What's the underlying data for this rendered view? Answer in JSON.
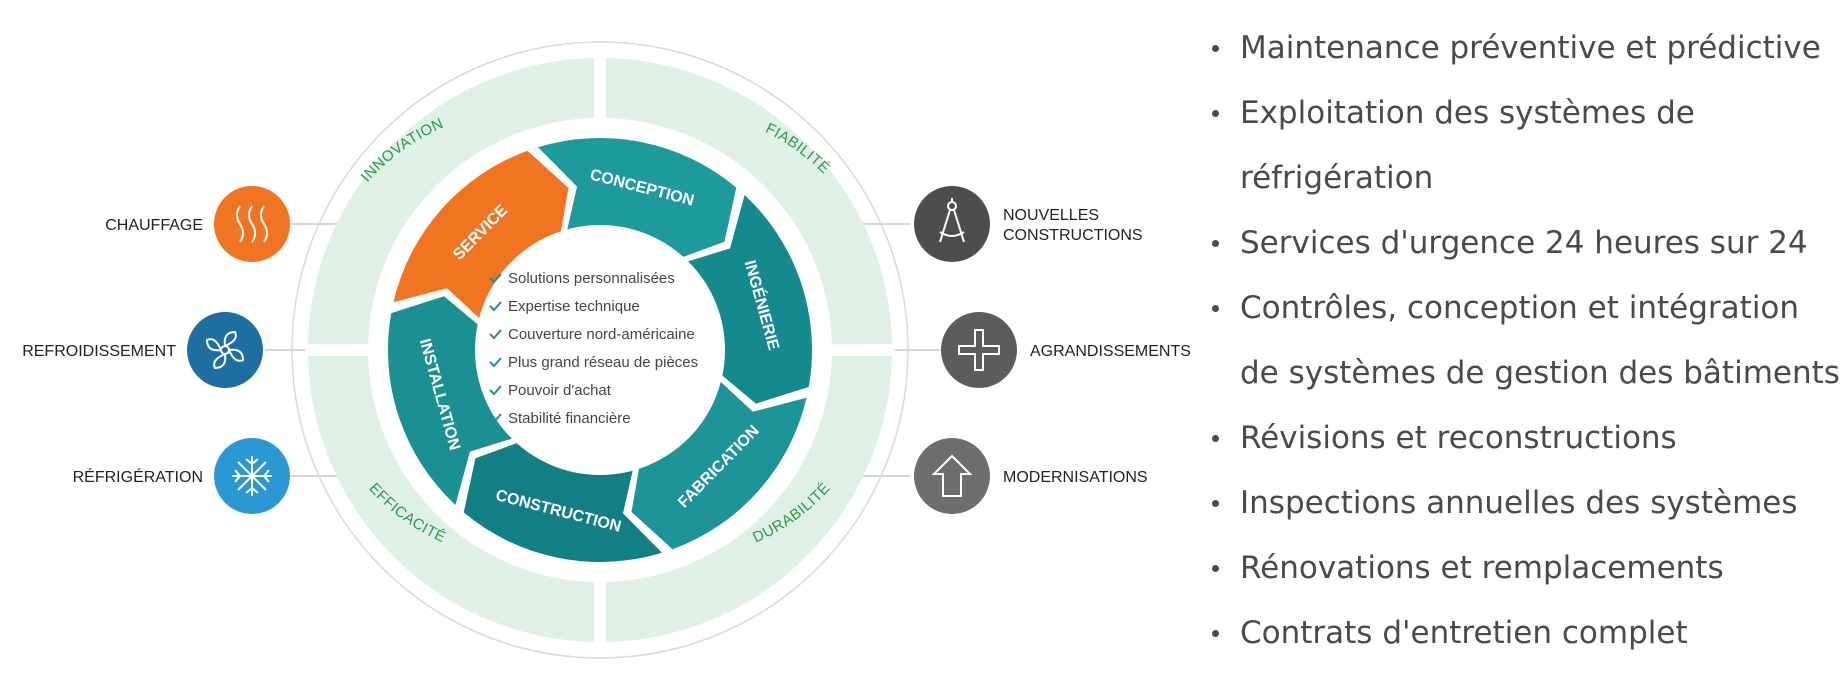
{
  "center_list": [
    "Solutions personnalisées",
    "Expertise technique",
    "Couverture nord-américaine",
    "Plus grand réseau de pièces",
    "Pouvoir d'achat",
    "Stabilité financière"
  ],
  "wheel_segments": [
    {
      "label": "CONCEPTION",
      "color": "#1f9a9c"
    },
    {
      "label": "INGÉNIERIE",
      "color": "#158a8e"
    },
    {
      "label": "FABRICATION",
      "color": "#1d9497"
    },
    {
      "label": "CONSTRUCTION",
      "color": "#127f84"
    },
    {
      "label": "INSTALLATION",
      "color": "#1a9093"
    },
    {
      "label": "SERVICE",
      "color": "#f07421"
    }
  ],
  "ring_labels": [
    "INNOVATION",
    "FIABILITÉ",
    "EFFICACITÉ",
    "DURABILITÉ"
  ],
  "left_services": [
    {
      "label": "CHAUFFAGE",
      "icon": "heat-waves-icon",
      "color": "#f07421"
    },
    {
      "label": "REFROIDISSEMENT",
      "icon": "fan-icon",
      "color": "#1f6ea1"
    },
    {
      "label": "RÉFRIGÉRATION",
      "icon": "snowflake-icon",
      "color": "#2a98d3"
    }
  ],
  "right_services": [
    {
      "label_lines": [
        "NOUVELLES",
        "CONSTRUCTIONS"
      ],
      "icon": "compass-icon",
      "color": "#4d4d4d"
    },
    {
      "label_lines": [
        "AGRANDISSEMENTS"
      ],
      "icon": "plus-icon",
      "color": "#5c5c5c"
    },
    {
      "label_lines": [
        "MODERNISATIONS"
      ],
      "icon": "arrow-up-icon",
      "color": "#6e6e6e"
    }
  ],
  "services_list": [
    "Maintenance préventive et prédictive",
    "Exploitation des systèmes de",
    "réfrigération",
    "Services d'urgence 24 heures sur 24",
    "Contrôles, conception et intégration",
    "de systèmes de gestion des bâtiments",
    "Révisions et reconstructions",
    "Inspections annuelles des systèmes",
    "Rénovations et remplacements",
    "Contrats d'entretien complet"
  ],
  "colors": {
    "ring_fill": "#dff0e6",
    "ring_text": "#2e9a48",
    "check": "#1f8e9a"
  }
}
